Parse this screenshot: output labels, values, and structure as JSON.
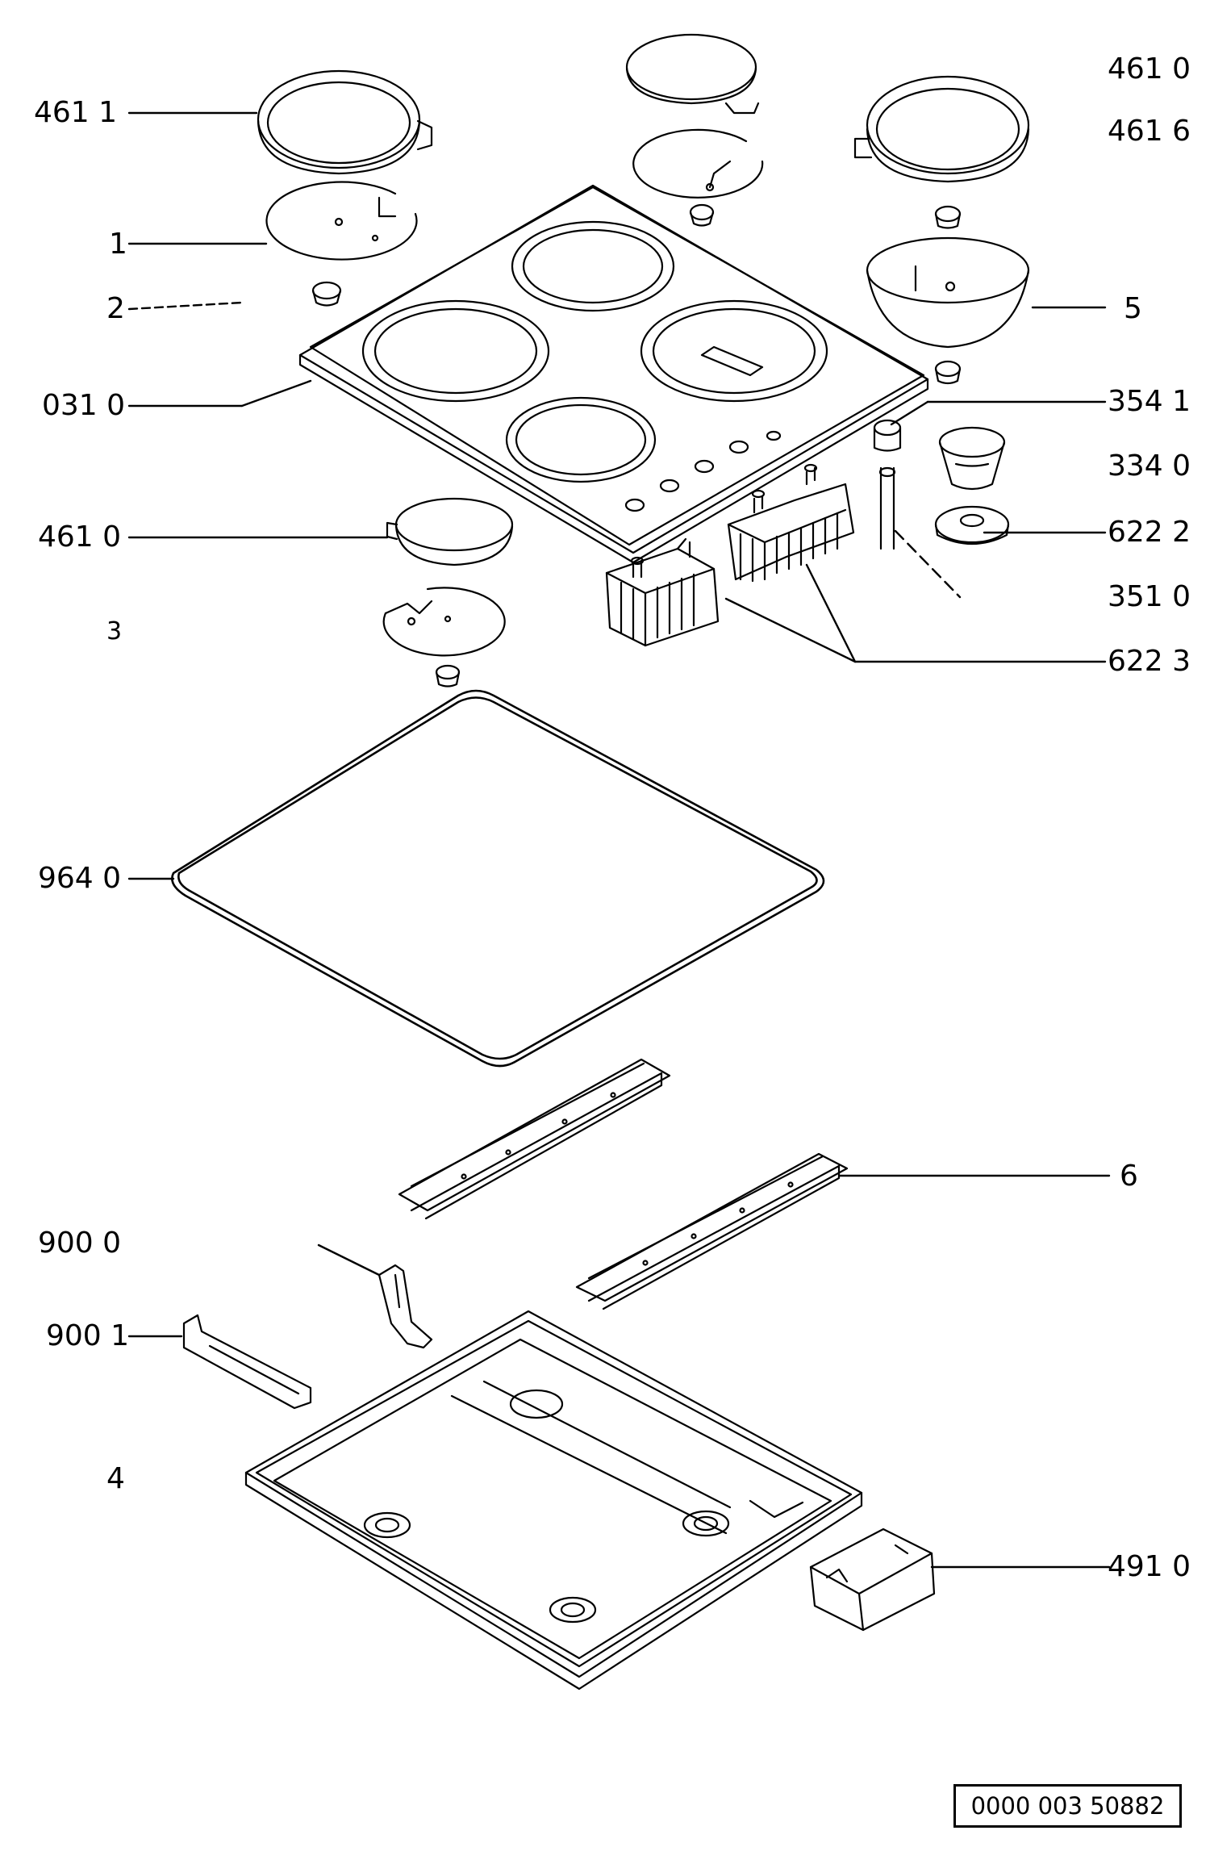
{
  "labels": {
    "l4611": "461  1",
    "l4610_top": "461 0",
    "l4616": "461 6",
    "l1": "1",
    "l2": "2",
    "l5": "5",
    "l0310": "031 0",
    "l3541": "354 1",
    "l3340": "334 0",
    "l4610_mid": "461 0",
    "l6222": "622 2",
    "l3510": "351 0",
    "l3": "3",
    "l6223": "622 3",
    "l9640": "964 0",
    "l6": "6",
    "l9000": "900 0",
    "l9001": "900 1",
    "l4": "4",
    "l4910": "491 0"
  },
  "reference_number": "0000 003 50882"
}
